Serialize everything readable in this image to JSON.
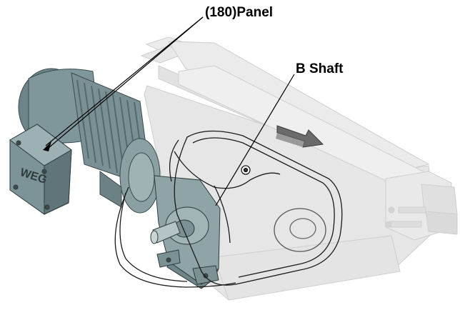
{
  "labels": {
    "panel": "(180)Panel",
    "shaft": "B Shaft"
  },
  "motor_logo_text": "WEG",
  "icons": [
    "direction-arrow-icon"
  ],
  "colors": {
    "motor": "#7f969a",
    "motor_dark": "#5c7276",
    "gearbox": "#8ea4a6",
    "conveyor_frame": "#e3e3e3",
    "outline": "#000000"
  }
}
